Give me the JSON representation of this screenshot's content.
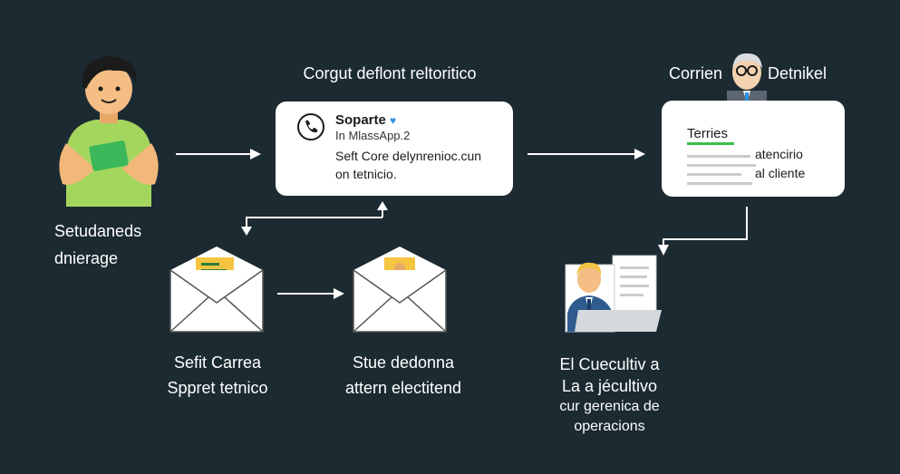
{
  "student": {
    "label_line1": "Setudaneds",
    "label_line2": "dnierage"
  },
  "top_flow": {
    "heading": "Corgut deflont reltoritico"
  },
  "whatsapp_card": {
    "title": "Soparte",
    "subtitle": "In MlassApp.2",
    "body_line1": "Seft Core delynrenioc.cun",
    "body_line2": "on tetnicio."
  },
  "agent_top": {
    "heading_left": "Corrien",
    "heading_right": "Detnikel"
  },
  "client_card": {
    "title": "Terries",
    "text_line1": "atencirio",
    "text_line2": "al cliente"
  },
  "mail1": {
    "label_line1": "Sefit Carrea",
    "label_line2": "Sppret tetnico"
  },
  "mail2": {
    "label_line1": "Stue dedonna",
    "label_line2": "attern electitend"
  },
  "executive": {
    "label_line1": "El Cuecultiv a",
    "label_line2": "La a jécultivo",
    "label_line3": "cur gerenica de",
    "label_line4": "operacions"
  },
  "colors": {
    "background": "#1c2a32",
    "card": "#ffffff",
    "accent_green": "#3bbf4a",
    "accent_blue": "#2f8ee6",
    "shirt_green": "#a4d65e",
    "phone_green": "#3cb85a"
  }
}
